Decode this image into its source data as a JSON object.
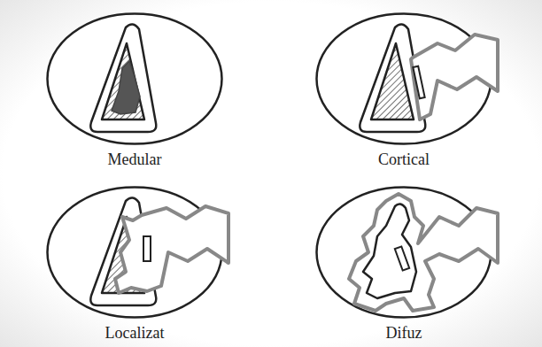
{
  "diagram": {
    "nodes": [
      {
        "text": [
          "Medular"
        ]
      },
      {
        "text": [
          "Cortical"
        ]
      },
      {
        "text": [
          "Localizat"
        ]
      },
      {
        "text": [
          "Difuz"
        ]
      }
    ]
  }
}
